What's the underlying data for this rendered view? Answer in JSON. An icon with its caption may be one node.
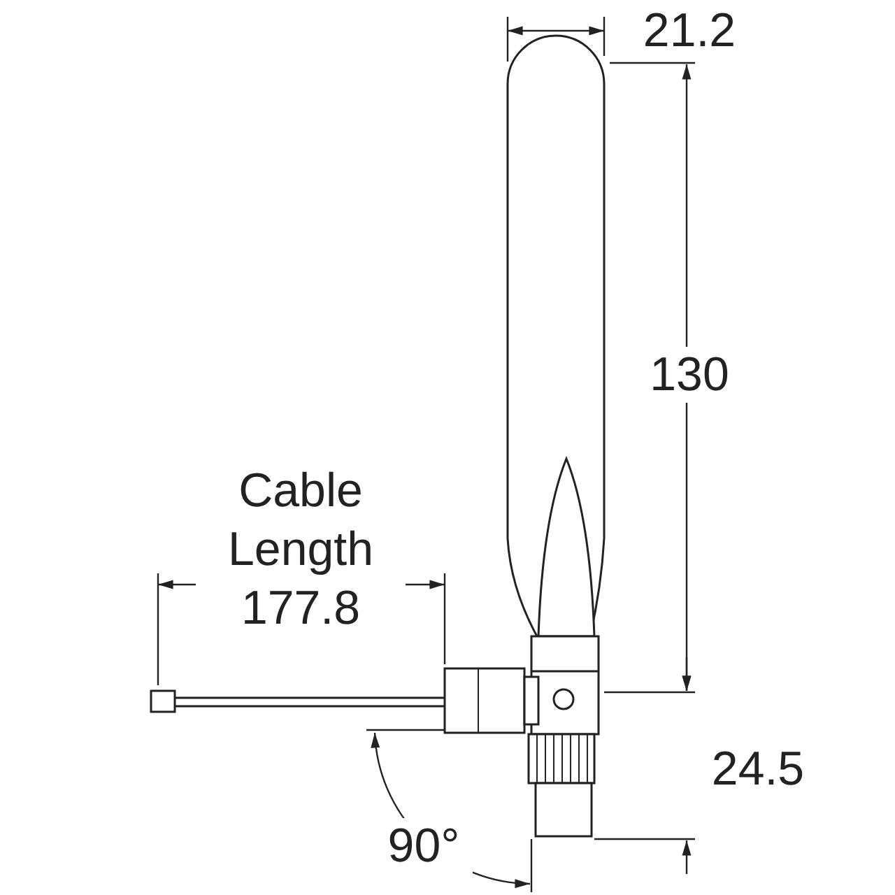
{
  "diagram": {
    "labels": [
      "21.2",
      "130",
      "Cable Length 177.8",
      "24.5",
      "90°"
    ]
  }
}
